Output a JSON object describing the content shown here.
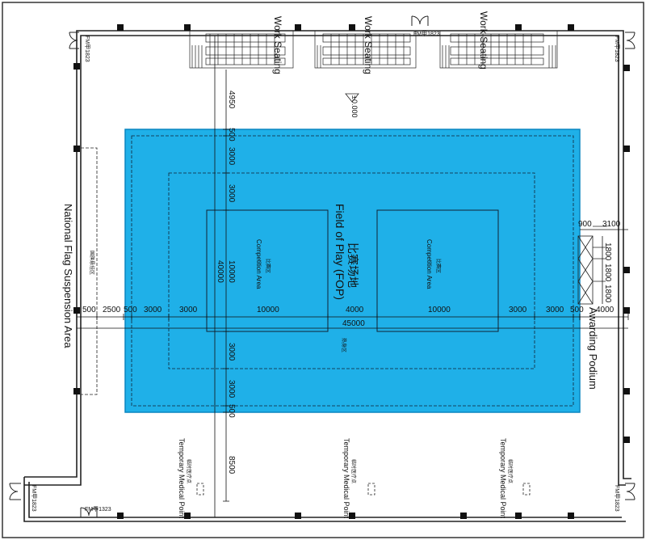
{
  "labels": {
    "field_of_play": "Field of Play (FOP)",
    "field_of_play_cn": "比赛场地",
    "competition_area_left": "Competition Area",
    "competition_area_right": "Competition Area",
    "competition_cn_left": "比赛区",
    "competition_cn_right": "比赛区",
    "warmup_cn": "热身区",
    "national_flag": "National Flag Suspension Area",
    "national_flag_cn": "国旗悬挂区",
    "awarding_podium": "Awarding Podium",
    "work_seating_1": "Work Seating",
    "work_seating_2": "Work Seating",
    "work_seating_3": "Work Seating",
    "medical_point_1": "Temporary Medical Point",
    "medical_point_2": "Temporary Medical Point",
    "medical_point_3": "Temporary Medical Point",
    "medical_cn_1": "临时医疗点",
    "medical_cn_2": "临时医疗点",
    "medical_cn_3": "临时医疗点",
    "elevation": "±0.000"
  },
  "doors": {
    "top": "FM甲1823",
    "top_left": "FM甲1823",
    "top_right": "FM甲1823",
    "bottom_left": "FM甲1823",
    "bottom_right": "FM甲1823",
    "bottom": "FM甲1323"
  },
  "dimensions": {
    "horizontal": [
      "500",
      "2500",
      "500",
      "3000",
      "3000",
      "10000",
      "4000",
      "10000",
      "3000",
      "3000",
      "500",
      "4000"
    ],
    "total_width": "45000",
    "vertical": [
      "4950",
      "500",
      "3000",
      "3000",
      "10000",
      "3000",
      "3000",
      "500",
      "8500"
    ],
    "total_height": "40000",
    "podium": [
      "900",
      "3100",
      "1800",
      "1800",
      "1800"
    ]
  },
  "colors": {
    "fop_fill": "#1fb0e8",
    "fop_border": "#0a86c0",
    "line": "#111111"
  }
}
